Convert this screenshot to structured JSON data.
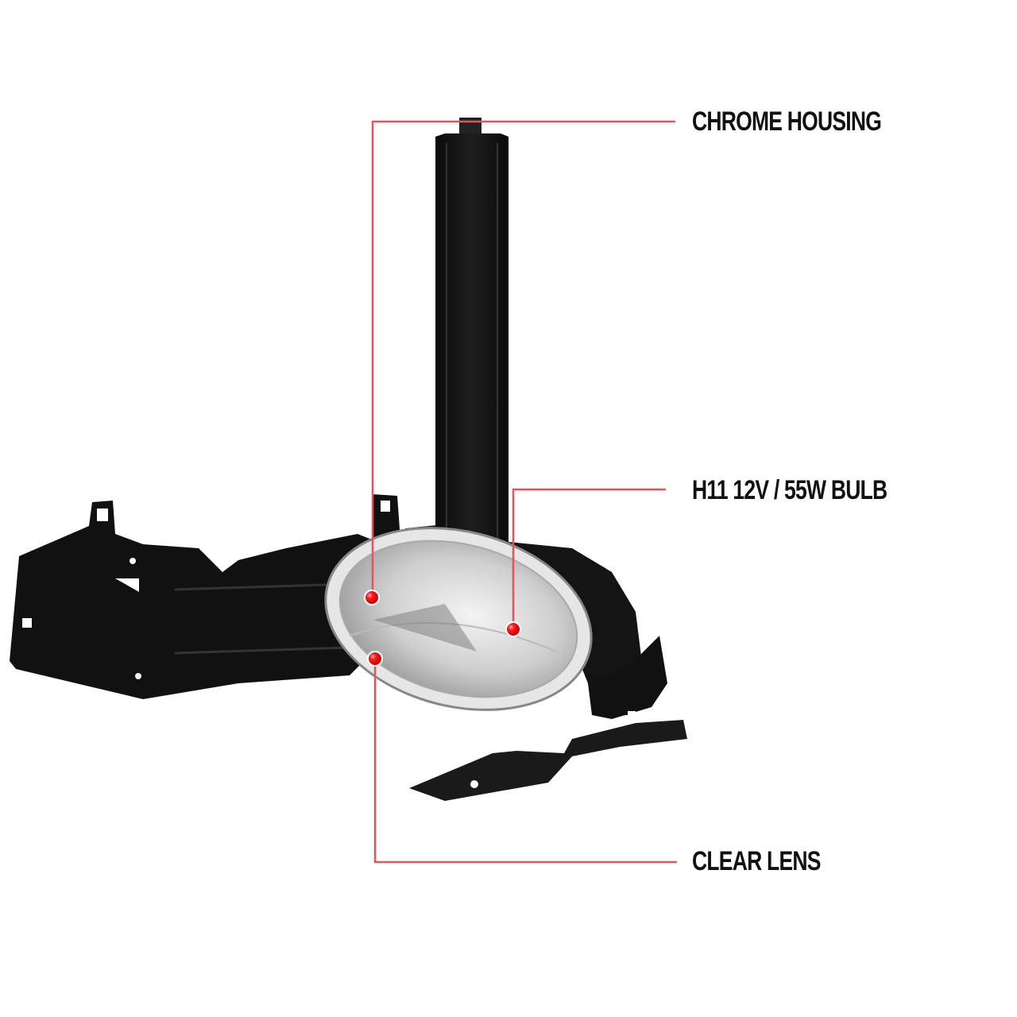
{
  "diagram": {
    "subject": "Fog light assembly with mounting bracket",
    "accent_color": "#e8525a",
    "dot_color": "#e00000",
    "callouts": [
      {
        "id": "chrome-housing",
        "label": "CHROME HOUSING"
      },
      {
        "id": "bulb",
        "label": "H11  12V / 55W BULB"
      },
      {
        "id": "clear-lens",
        "label": "CLEAR LENS"
      }
    ]
  }
}
